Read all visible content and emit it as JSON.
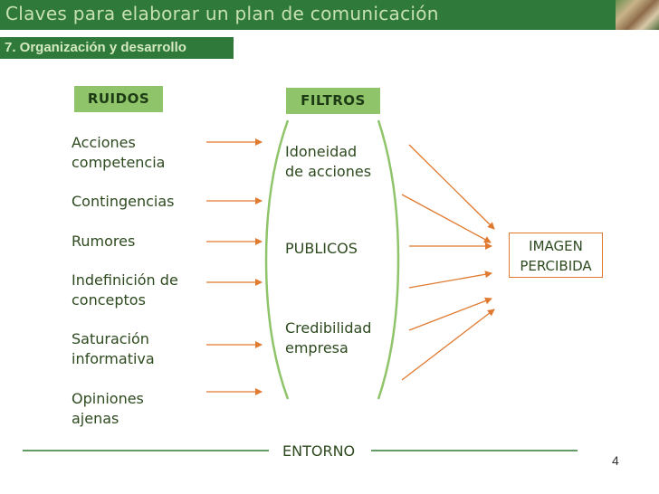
{
  "header": {
    "title": "Claves para elaborar un plan de comunicación",
    "section": "7. Organización y desarrollo"
  },
  "ruidos": {
    "label": "RUIDOS",
    "items": [
      [
        "Acciones",
        "competencia"
      ],
      [
        "Contingencias"
      ],
      [
        "Rumores"
      ],
      [
        "Indefinición de",
        "conceptos"
      ],
      [
        "Saturación",
        "informativa"
      ],
      [
        "Opiniones",
        "ajenas"
      ]
    ]
  },
  "filtros": {
    "label": "FILTROS",
    "items": [
      [
        "Idoneidad",
        "de acciones"
      ],
      [
        "PUBLICOS"
      ],
      [
        "Credibilidad",
        "empresa"
      ]
    ]
  },
  "imagen": {
    "line1": "IMAGEN",
    "line2": "PERCIBIDA"
  },
  "entorno": "ENTORNO",
  "page_number": "4",
  "colors": {
    "title_bar": "#2f7a3a",
    "header_label_bg": "#8fc46a",
    "arrow": "#e07a30",
    "bracket": "#8fc46a",
    "text": "#2e4a1f"
  }
}
